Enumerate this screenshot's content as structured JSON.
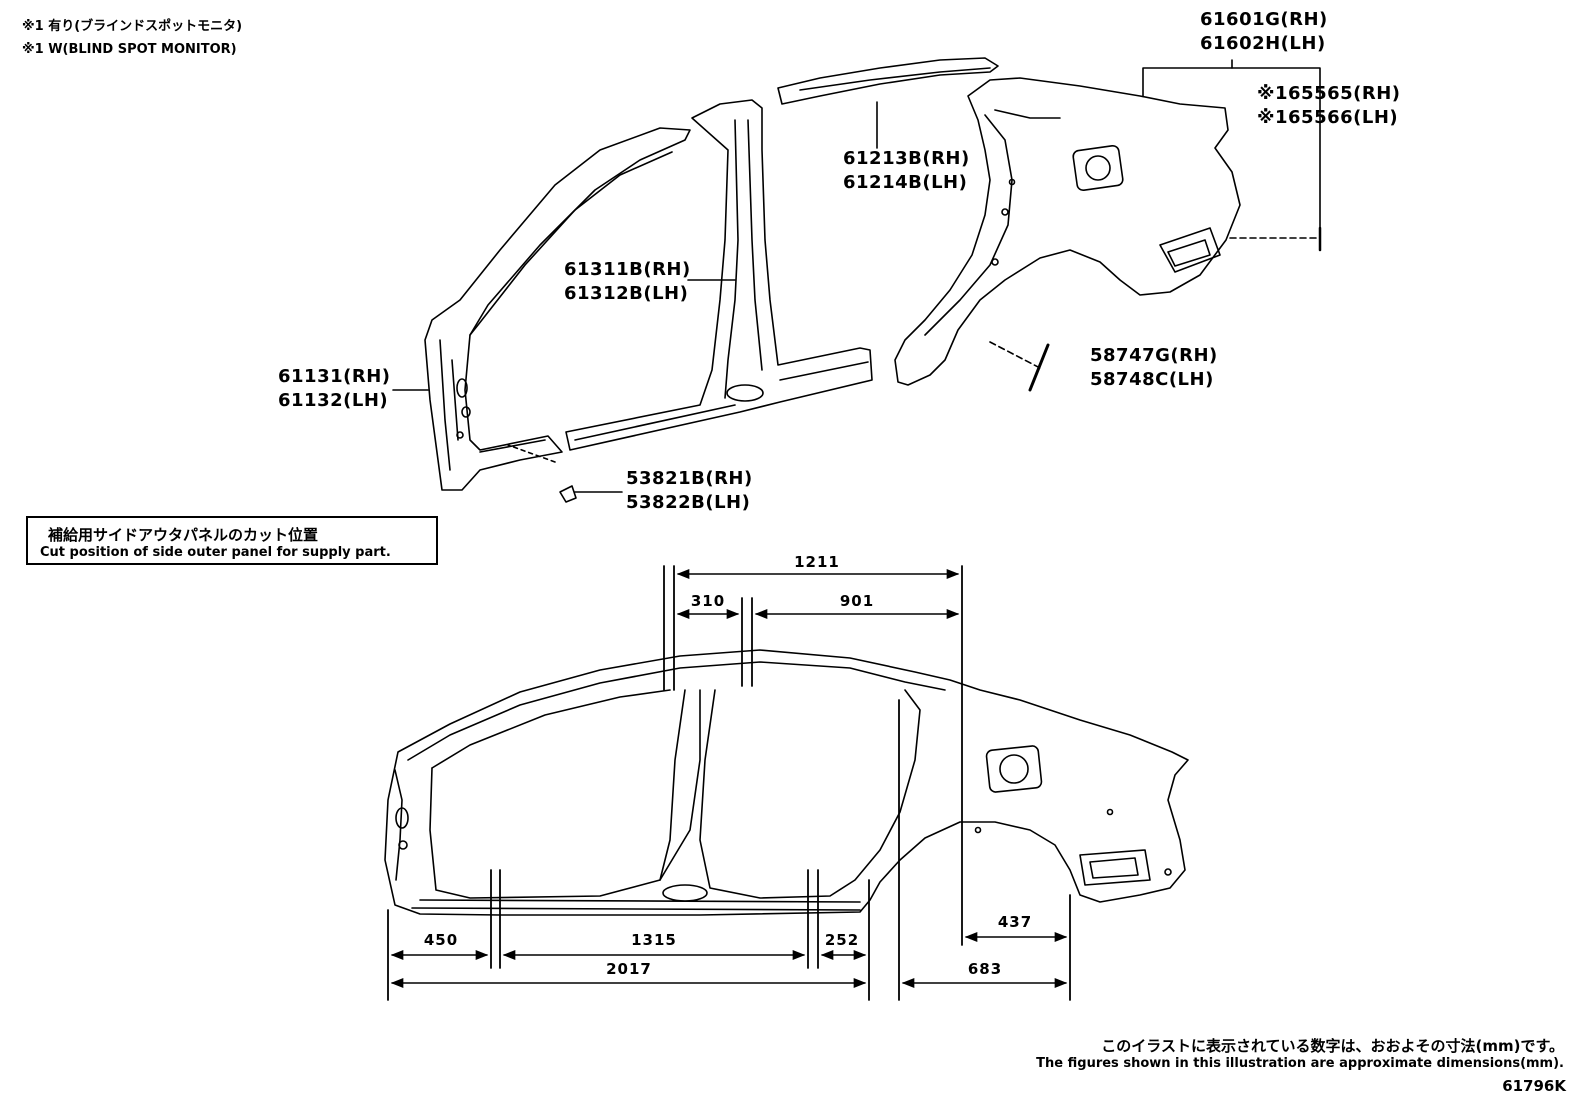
{
  "notes": {
    "line1": "※1 有り(ブラインドスポットモニタ)",
    "line2": "※1 W(BLIND SPOT MONITOR)"
  },
  "callouts": [
    {
      "id": "quarter-panel",
      "rh": "61601G(RH)",
      "lh": "61602H(LH)"
    },
    {
      "id": "bracket",
      "rh": "※165565(RH)",
      "lh": "※165566(LH)"
    },
    {
      "id": "roof-side-rail",
      "rh": "61213B(RH)",
      "lh": "61214B(LH)"
    },
    {
      "id": "center-pillar",
      "rh": "61311B(RH)",
      "lh": "61312B(LH)"
    },
    {
      "id": "front-pillar",
      "rh": "61131(RH)",
      "lh": "61132(LH)"
    },
    {
      "id": "clip",
      "rh": "53821B(RH)",
      "lh": "53822B(LH)"
    },
    {
      "id": "quarter-wheel-seal",
      "rh": "58747G(RH)",
      "lh": "58748C(LH)"
    }
  ],
  "cut_box": {
    "title_ja": "補給用サイドアウタパネルのカット位置",
    "title_en": "Cut position of side outer panel for supply part."
  },
  "dimensions": {
    "d1211": "1211",
    "d310": "310",
    "d901": "901",
    "d450": "450",
    "d1315": "1315",
    "d252": "252",
    "d2017": "2017",
    "d437": "437",
    "d683": "683",
    "unit": "mm"
  },
  "footer": {
    "note_ja": "このイラストに表示されている数字は、おおよその寸法(mm)です。",
    "note_en": "The figures shown in this illustration are approximate dimensions(mm).",
    "code": "61796K"
  }
}
